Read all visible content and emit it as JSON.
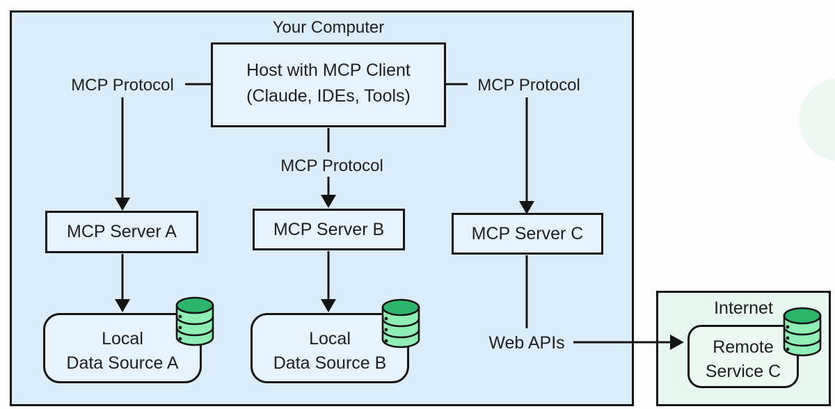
{
  "colors": {
    "page_bg": "#fdfdfd",
    "outer_fill": "#dbedf9",
    "inner_box_fill": "#e7f3fc",
    "internet_fill": "#e7f6ee",
    "remote_fill": "#edf8f2",
    "line": "#141414",
    "text": "#1f1f1f",
    "db_top": "#2db56c",
    "db_body": "#8feeb4",
    "blob": "#eef7f1"
  },
  "outer": {
    "title": "Your Computer"
  },
  "host": {
    "line1": "Host with MCP Client",
    "line2": "(Claude, IDEs, Tools)"
  },
  "protocol_labels": {
    "left": "MCP Protocol",
    "center": "MCP Protocol",
    "right": "MCP Protocol"
  },
  "servers": [
    {
      "label": "MCP Server A"
    },
    {
      "label": "MCP Server B"
    },
    {
      "label": "MCP Server C"
    }
  ],
  "data_sources": [
    {
      "line1": "Local",
      "line2": "Data Source A"
    },
    {
      "line1": "Local",
      "line2": "Data Source B"
    }
  ],
  "web_apis_label": "Web APIs",
  "internet": {
    "title": "Internet",
    "remote_line1": "Remote",
    "remote_line2": "Service C"
  },
  "icons": {
    "database": "database-icon"
  }
}
